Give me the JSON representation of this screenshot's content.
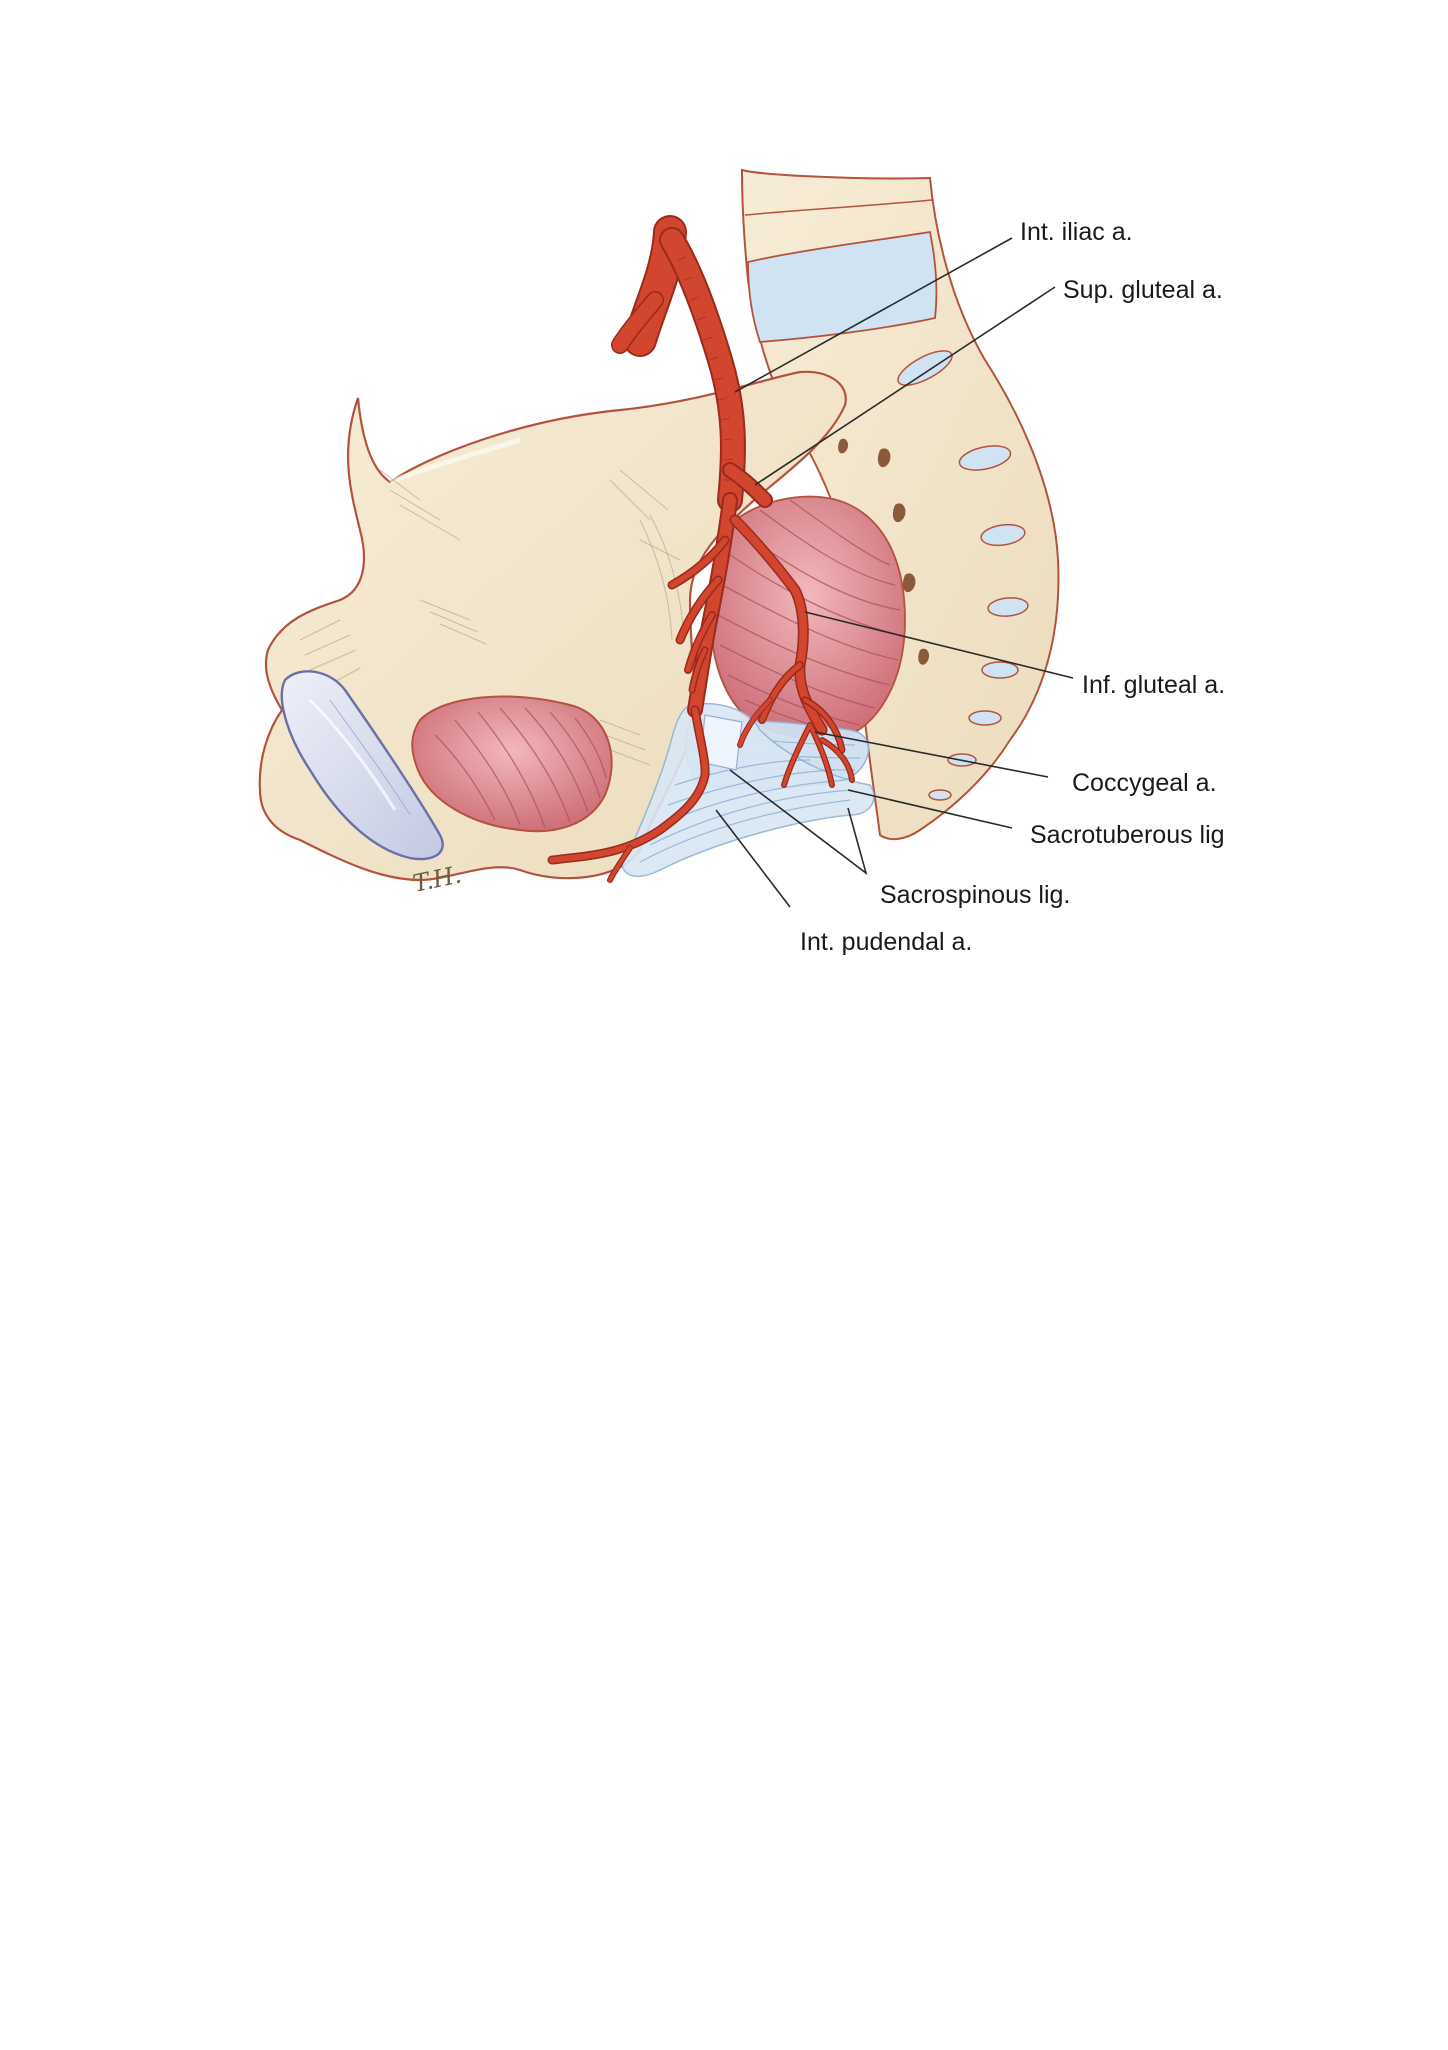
{
  "diagram": {
    "labels": {
      "int_iliac": "Int. iliac a.",
      "sup_gluteal": "Sup. gluteal a.",
      "inf_gluteal": "Inf. gluteal a.",
      "coccygeal": "Coccygeal a.",
      "sacrotuberous": "Sacrotuberous lig",
      "sacrospinous": "Sacrospinous lig.",
      "int_pudendal": "Int. pudendal a."
    },
    "signature": "T.H."
  },
  "colors": {
    "bone": "#f3e6cc",
    "bone_outline": "#b5523e",
    "artery": "#d2452f",
    "muscle": "#d9838b",
    "ligament": "#cfe0f1",
    "cartilage": "#d6dcec"
  }
}
